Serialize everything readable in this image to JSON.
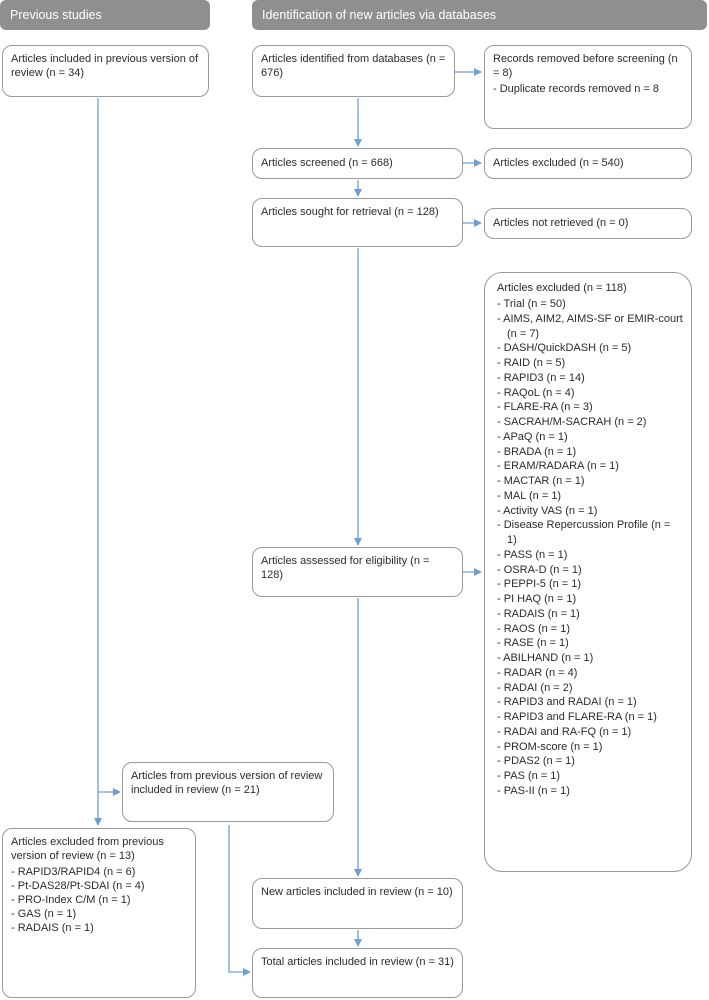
{
  "headers": {
    "previous": "Previous studies",
    "new": "Identification of new articles via databases"
  },
  "boxes": {
    "prev_included": "Articles included in previous version of review (n = 34)",
    "identified": "Articles identified from databases (n = 676)",
    "removed_title": "Records removed before screening (n = 8)",
    "removed_items": [
      "Duplicate records removed n = 8"
    ],
    "screened": "Articles screened (n = 668)",
    "screen_excluded": "Articles excluded (n = 540)",
    "sought": "Articles sought for retrieval (n = 128)",
    "not_retrieved": "Articles not retrieved (n = 0)",
    "assessed": "Articles assessed for eligibility (n = 128)",
    "elig_excluded_title": "Articles excluded (n = 118)",
    "elig_excluded_items": [
      "Trial (n = 50)",
      "AIMS, AIM2, AIMS-SF or EMIR-court (n = 7)",
      "DASH/QuickDASH (n = 5)",
      "RAID (n = 5)",
      "RAPID3 (n = 14)",
      "RAQoL (n = 4)",
      "FLARE-RA (n = 3)",
      "SACRAH/M-SACRAH (n = 2)",
      "APaQ (n = 1)",
      "BRADA (n = 1)",
      "ERAM/RADARA (n = 1)",
      "MACTAR (n = 1)",
      "MAL (n = 1)",
      "Activity VAS (n = 1)",
      "Disease Repercussion Profile (n = 1)",
      "PASS (n = 1)",
      "OSRA-D (n = 1)",
      "PEPPI-5 (n = 1)",
      "PI HAQ (n = 1)",
      "RADAIS (n = 1)",
      "RAOS (n = 1)",
      "RASE (n = 1)",
      "ABILHAND (n = 1)",
      "RADAR (n = 4)",
      "RADAI (n = 2)",
      "RAPID3 and RADAI (n = 1)",
      "RAPID3 and FLARE-RA (n = 1)",
      "RADAI and RA-FQ (n = 1)",
      "PROM-score (n = 1)",
      "PDAS2 (n = 1)",
      "PAS (n = 1)",
      "PAS-II (n = 1)"
    ],
    "prev_in_review": "Articles from previous version of review included in review (n = 21)",
    "prev_excluded_title": "Articles excluded from previous version of review (n = 13)",
    "prev_excluded_items": [
      "RAPID3/RAPID4 (n = 6)",
      "Pt-DAS28/Pt-SDAI (n = 4)",
      "PRO-Index C/M (n = 1)",
      "GAS (n = 1)",
      "RADAIS (n = 1)"
    ],
    "new_included": "New articles included in review (n = 10)",
    "total_included": "Total articles included in review (n = 31)"
  },
  "colors": {
    "header_bg": "#8f8f8f",
    "box_border": "#9a9a9a",
    "arrow": "#6f9fd0"
  }
}
